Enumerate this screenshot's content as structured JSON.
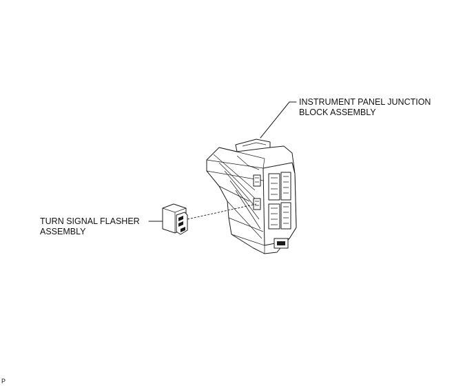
{
  "labels": {
    "junction_line1": "INSTRUMENT PANEL JUNCTION",
    "junction_line2": "BLOCK ASSEMBLY",
    "flasher_line1": "TURN SIGNAL FLASHER",
    "flasher_line2": "ASSEMBLY"
  },
  "corner_code": "P"
}
